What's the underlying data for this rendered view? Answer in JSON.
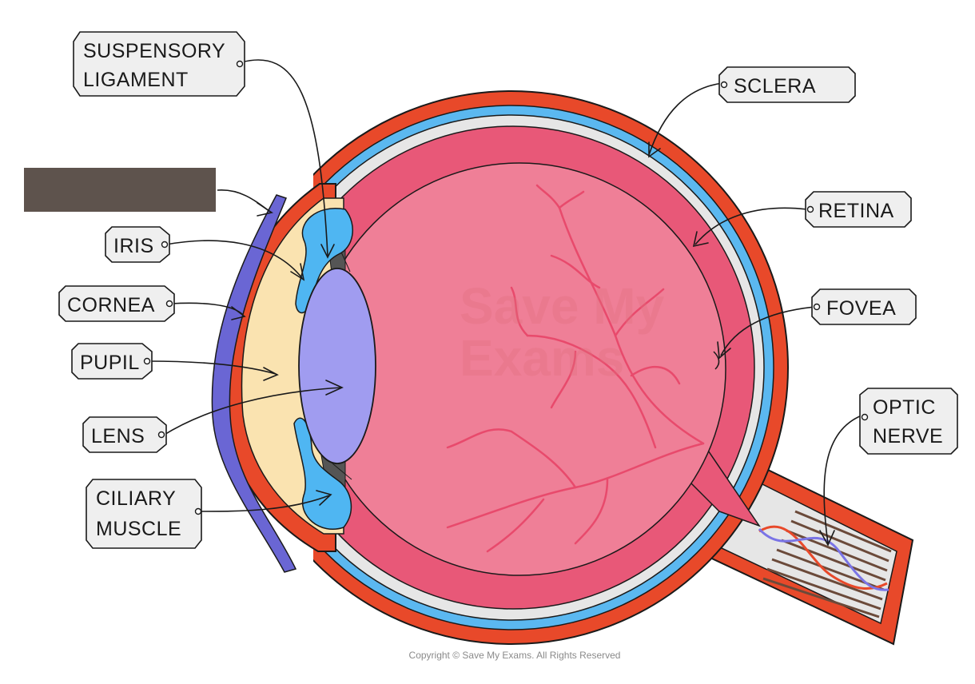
{
  "labels": {
    "suspensory_ligament": {
      "line1": "SUSPENSORY",
      "line2": "LIGAMENT"
    },
    "sclera": "SCLERA",
    "iris": "IRIS",
    "cornea": "CORNEA",
    "retina": "RETINA",
    "fovea": "FOVEA",
    "pupil": "PUPIL",
    "lens": "LENS",
    "optic_nerve": {
      "line1": "OPTIC",
      "line2": "NERVE"
    },
    "ciliary_muscle": {
      "line1": "CILIARY",
      "line2": "MUSCLE"
    }
  },
  "watermark": {
    "line1": "Save My",
    "line2": "Exams"
  },
  "copyright": "Copyright © Save My Exams. All Rights Reserved",
  "colors": {
    "sclera": "#e8492a",
    "choroid": "#5bb8f0",
    "retina": "#e85878",
    "vitreous": "#ef7f97",
    "aqueous": "#fae3b0",
    "lens": "#a09cf0",
    "ciliary": "#4fb6f2",
    "conjunctiva": "#6a66d4",
    "nerve_fibres": "#6b4a3a",
    "label_box": "#efefef",
    "redaction_box": "#5e534d"
  }
}
